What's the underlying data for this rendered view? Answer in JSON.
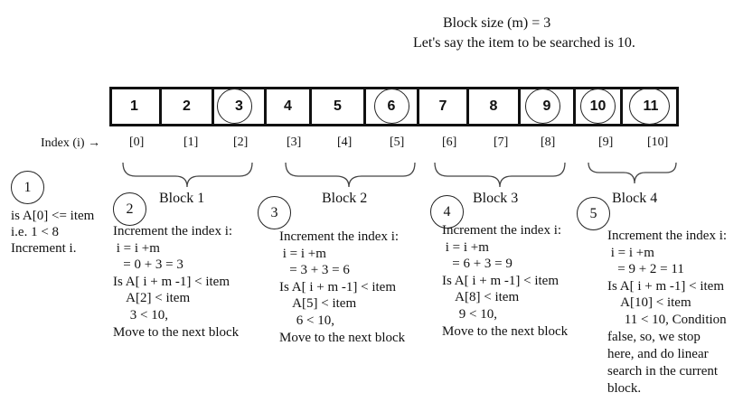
{
  "header": {
    "block_size": "Block size (m) = 3",
    "search_item": "Let's say the item to be searched is 10."
  },
  "array": {
    "cells": [
      "1",
      "2",
      "3",
      "4",
      "5",
      "6",
      "7",
      "8",
      "9",
      "10",
      "11"
    ],
    "index_label": "Index (i) →",
    "indices": [
      "[0]",
      "[1]",
      "[2]",
      "[3]",
      "[4]",
      "[5]",
      "[6]",
      "[7]",
      "[8]",
      "[9]",
      "[10]"
    ]
  },
  "blocks": [
    "Block 1",
    "Block 2",
    "Block 3",
    "Block 4"
  ],
  "steps": {
    "s1": {
      "num": "1",
      "lines": [
        "is A[0] <= item",
        "i.e. 1 < 8",
        "Increment i."
      ]
    },
    "s2": {
      "num": "2",
      "lines": [
        "Increment the index i:",
        " i = i +m",
        "   = 0 + 3 = 3",
        "Is A[ i + m -1] < item",
        "    A[2] < item",
        "     3 < 10,",
        "Move to the next block"
      ]
    },
    "s3": {
      "num": "3",
      "lines": [
        "Increment the index i:",
        " i = i +m",
        "   = 3 + 3 = 6",
        "Is A[ i + m -1] < item",
        "    A[5] < item",
        "     6 < 10,",
        "Move to the next block"
      ]
    },
    "s4": {
      "num": "4",
      "lines": [
        "Increment the index i:",
        " i = i +m",
        "   = 6 + 3 = 9",
        "Is A[ i + m -1] < item",
        "    A[8] < item",
        "     9 < 10,",
        "Move to the next block"
      ]
    },
    "s5": {
      "num": "5",
      "lines": [
        "Increment the index i:",
        " i = i +m",
        "   = 9 + 2 = 11",
        "Is A[ i + m -1] < item",
        "    A[10] < item",
        "     11 < 10, Condition",
        "false, so, we stop",
        "here, and do linear",
        "search in the current",
        "block."
      ]
    }
  }
}
